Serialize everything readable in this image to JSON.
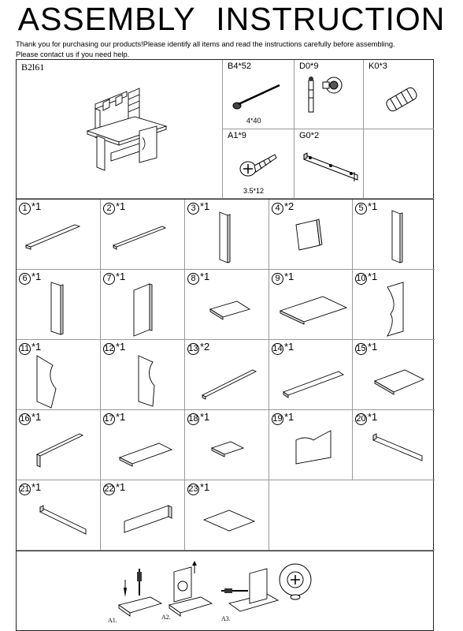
{
  "title": "ASSEMBLY  INSTRUCTION",
  "intro": [
    "Thank you for purchasing our products!Please identify all items and read the instructions carefully before assembling.",
    "Please contact us if you need help."
  ],
  "model": "B2l61",
  "hardware": [
    {
      "code": "B4*52",
      "size": "4*40",
      "icon": "long-screw-icon"
    },
    {
      "code": "D0*9",
      "size": "",
      "icon": "cam-bolt-icon"
    },
    {
      "code": "K0*3",
      "size": "",
      "icon": "wood-dowel-icon"
    },
    {
      "code": "A1*9",
      "size": "3.5*12",
      "icon": "short-screw-icon"
    },
    {
      "code": "G0*2",
      "size": "",
      "icon": "metal-bracket-icon"
    }
  ],
  "parts": [
    {
      "num": "1",
      "qty": "*1"
    },
    {
      "num": "2",
      "qty": "*1"
    },
    {
      "num": "3",
      "qty": "*1"
    },
    {
      "num": "4",
      "qty": "*2"
    },
    {
      "num": "5",
      "qty": "*1"
    },
    {
      "num": "6",
      "qty": "*1"
    },
    {
      "num": "7",
      "qty": "*1"
    },
    {
      "num": "8",
      "qty": "*1"
    },
    {
      "num": "9",
      "qty": "*1"
    },
    {
      "num": "10",
      "qty": "*1"
    },
    {
      "num": "11",
      "qty": "*1"
    },
    {
      "num": "12",
      "qty": "*1"
    },
    {
      "num": "13",
      "qty": "*2"
    },
    {
      "num": "14",
      "qty": "*1"
    },
    {
      "num": "15",
      "qty": "*1"
    },
    {
      "num": "16",
      "qty": "*1"
    },
    {
      "num": "17",
      "qty": "*1"
    },
    {
      "num": "18",
      "qty": "*1"
    },
    {
      "num": "19",
      "qty": "*1"
    },
    {
      "num": "20",
      "qty": "*1"
    },
    {
      "num": "21",
      "qty": "*1"
    },
    {
      "num": "22",
      "qty": "*1"
    },
    {
      "num": "23",
      "qty": "*1"
    }
  ],
  "steps": [
    "A1.",
    "A2.",
    "A3."
  ]
}
